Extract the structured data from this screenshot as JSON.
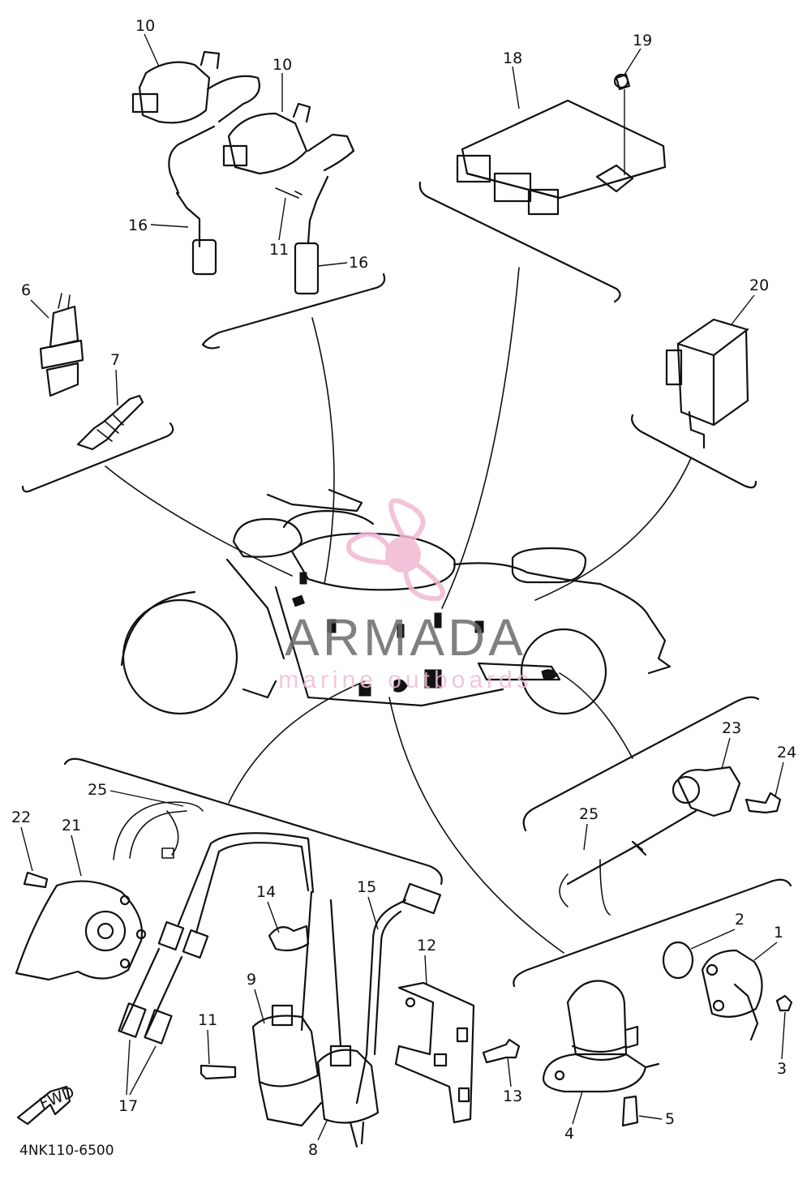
{
  "diagram": {
    "callouts": [
      {
        "id": "c10a",
        "label": "10"
      },
      {
        "id": "c10b",
        "label": "10"
      },
      {
        "id": "c16a",
        "label": "16"
      },
      {
        "id": "c11a",
        "label": "11"
      },
      {
        "id": "c16b",
        "label": "16"
      },
      {
        "id": "c18",
        "label": "18"
      },
      {
        "id": "c19",
        "label": "19"
      },
      {
        "id": "c6",
        "label": "6"
      },
      {
        "id": "c7",
        "label": "7"
      },
      {
        "id": "c20",
        "label": "20"
      },
      {
        "id": "c23",
        "label": "23"
      },
      {
        "id": "c24",
        "label": "24"
      },
      {
        "id": "c25a",
        "label": "25"
      },
      {
        "id": "c25b",
        "label": "25"
      },
      {
        "id": "c22",
        "label": "22"
      },
      {
        "id": "c21",
        "label": "21"
      },
      {
        "id": "c14",
        "label": "14"
      },
      {
        "id": "c15",
        "label": "15"
      },
      {
        "id": "c12",
        "label": "12"
      },
      {
        "id": "c2",
        "label": "2"
      },
      {
        "id": "c1",
        "label": "1"
      },
      {
        "id": "c9",
        "label": "9"
      },
      {
        "id": "c11b",
        "label": "11"
      },
      {
        "id": "c3",
        "label": "3"
      },
      {
        "id": "c13",
        "label": "13"
      },
      {
        "id": "c17",
        "label": "17"
      },
      {
        "id": "c5",
        "label": "5"
      },
      {
        "id": "c4",
        "label": "4"
      },
      {
        "id": "c8",
        "label": "8"
      }
    ],
    "fwd_label": "FWD",
    "ref_code": "4NK110-6500"
  },
  "watermark": {
    "title": "ARMADA",
    "subtitle": "marine outboards",
    "logo_color": "#f2b8d2"
  }
}
